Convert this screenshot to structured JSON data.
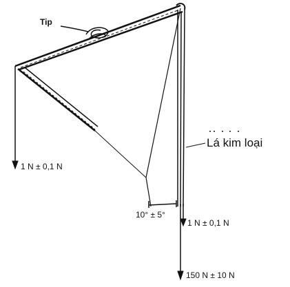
{
  "labels": {
    "tip": "Tip",
    "metal_sheet": "Lá kim loại",
    "left_force": "1 N ± 0,1 N",
    "angle": "10° ± 5°",
    "right_force": "1 N ± 0,1 N",
    "bottom_force": "150 N ± 10 N"
  },
  "colors": {
    "ink": "#111111",
    "background": "#ffffff"
  }
}
